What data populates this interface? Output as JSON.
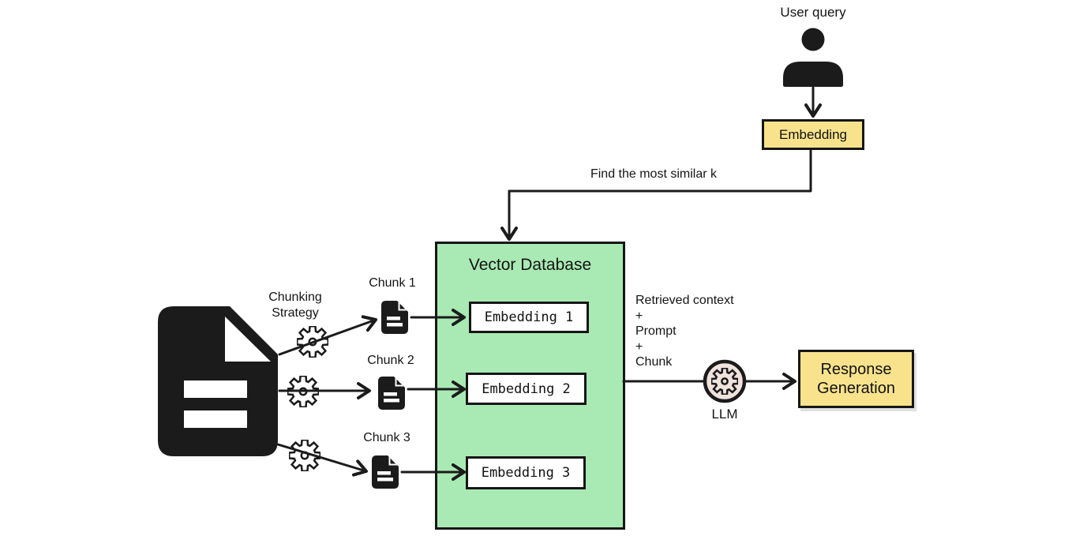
{
  "colors": {
    "yellow": "#f8e38c",
    "green": "#a9eab4",
    "beige": "#f0e2dd",
    "stroke": "#1b1b1b"
  },
  "user_query": {
    "label": "User query"
  },
  "query_embedding": {
    "label": "Embedding"
  },
  "find_similar": {
    "label": "Find the most similar k"
  },
  "vector_database": {
    "title": "Vector Database",
    "embeddings": [
      {
        "label": "Embedding 1"
      },
      {
        "label": "Embedding 2"
      },
      {
        "label": "Embedding 3"
      }
    ]
  },
  "chunking": {
    "strategy_line1": "Chunking",
    "strategy_line2": "Strategy",
    "chunks": [
      {
        "label": "Chunk 1"
      },
      {
        "label": "Chunk 2"
      },
      {
        "label": "Chunk 3"
      }
    ]
  },
  "retrieval": {
    "lines": [
      "Retrieved context",
      "+",
      "Prompt",
      "+",
      "Chunk"
    ]
  },
  "llm": {
    "label": "LLM"
  },
  "response_generation": {
    "line1": "Response",
    "line2": "Generation"
  },
  "icons": {
    "user": "user-silhouette-icon",
    "document": "document-file-icon",
    "chunk": "small-document-icon",
    "gear": "cog-outline-icon",
    "llm": "cog-in-circle-icon"
  }
}
